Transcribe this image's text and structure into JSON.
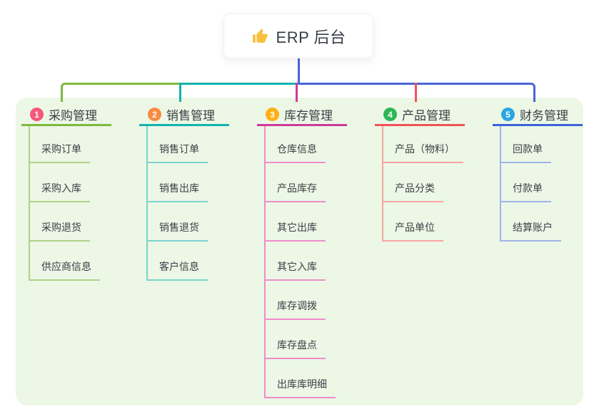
{
  "root": {
    "title": "ERP 后台",
    "icon": "thumbs-up-icon",
    "icon_color": "#f7c13e",
    "connector_color": "#4a63d9"
  },
  "panel": {
    "background": "#ecf7e6"
  },
  "text_color": "#3b4046",
  "branches": [
    {
      "number": "1",
      "label": "采购管理",
      "badge_color": "#f4587a",
      "line_color": "#7db93e",
      "child_line_color": "#aed287",
      "children": [
        "采购订单",
        "采购入库",
        "采购退货",
        "供应商信息"
      ]
    },
    {
      "number": "2",
      "label": "销售管理",
      "badge_color": "#f98b42",
      "line_color": "#14b3ad",
      "child_line_color": "#7cd4cd",
      "children": [
        "销售订单",
        "销售出库",
        "销售退货",
        "客户信息"
      ]
    },
    {
      "number": "3",
      "label": "库存管理",
      "badge_color": "#ffb011",
      "line_color": "#ce3a9b",
      "child_line_color": "#ef8cc9",
      "children": [
        "仓库信息",
        "产品库存",
        "其它出库",
        "其它入库",
        "库存调拨",
        "库存盘点",
        "出库库明细"
      ]
    },
    {
      "number": "4",
      "label": "产品管理",
      "badge_color": "#2eb656",
      "line_color": "#f25358",
      "child_line_color": "#f9a4a2",
      "children": [
        "产品（物料）",
        "产品分类",
        "产品单位"
      ]
    },
    {
      "number": "5",
      "label": "财务管理",
      "badge_color": "#2aa5e2",
      "line_color": "#3c62d9",
      "child_line_color": "#9fb3e9",
      "children": [
        "回款单",
        "付款单",
        "结算账户"
      ]
    }
  ]
}
